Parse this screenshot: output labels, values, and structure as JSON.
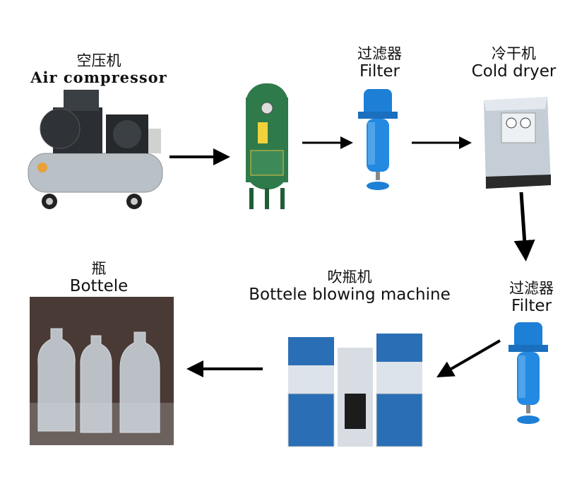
{
  "steps": {
    "air_compressor": {
      "zh": "空压机",
      "en": "Air compressor"
    },
    "filter1": {
      "zh": "过滤器",
      "en": "Filter"
    },
    "cold_dryer": {
      "zh": "冷干机",
      "en": "Cold dryer"
    },
    "filter2": {
      "zh": "过滤器",
      "en": "Filter"
    },
    "blowing_machine": {
      "zh": "吹瓶机",
      "en": "Bottele blowing machine"
    },
    "bottle": {
      "zh": "瓶",
      "en": "Bottele"
    }
  },
  "colors": {
    "filter_blue": "#1e7fd6",
    "tank_green": "#2e7a4a",
    "machine_blue": "#2a6fb5",
    "arrow": "#000000"
  }
}
